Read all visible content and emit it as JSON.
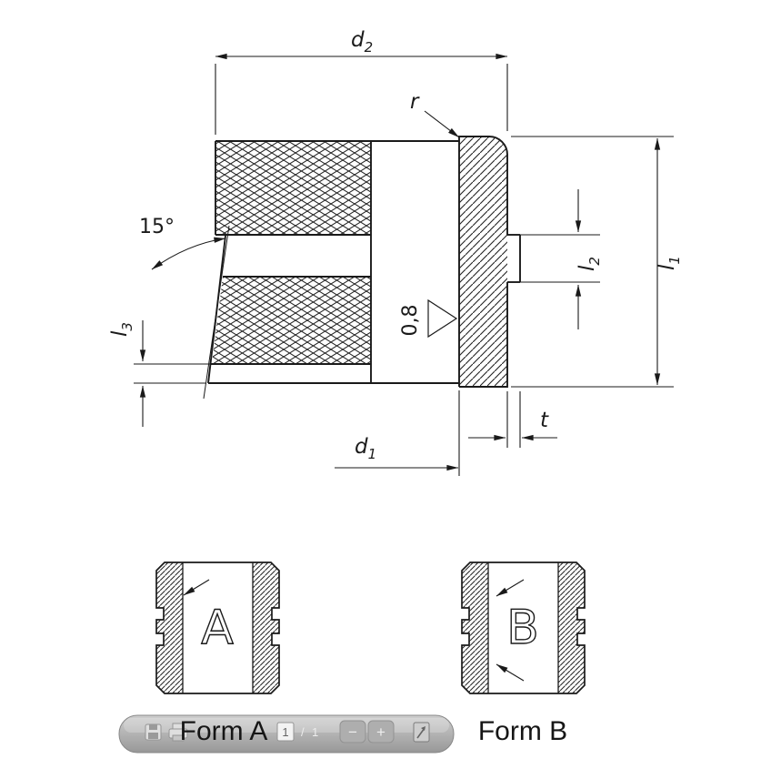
{
  "colors": {
    "line": "#1a1a1a",
    "background": "#ffffff",
    "toolbar_pill": "#9b9b9b"
  },
  "drawing": {
    "dims": {
      "d2": {
        "base": "d",
        "sub": "2"
      },
      "d1": {
        "base": "d",
        "sub": "1"
      },
      "l1": {
        "base": "l",
        "sub": "1"
      },
      "l2": {
        "base": "l",
        "sub": "2"
      },
      "l3": {
        "base": "l",
        "sub": "3"
      },
      "radius": "r",
      "thickness": "t",
      "angle": "15°",
      "roughness": "0,8"
    },
    "forms": {
      "a": {
        "letter": "A",
        "caption": "Form A"
      },
      "b": {
        "letter": "B",
        "caption": "Form B"
      }
    }
  },
  "toolbar": {
    "icons": {
      "save": "floppy-disk",
      "print": "printer",
      "fit": "fit-to-page"
    },
    "page": {
      "current": "1",
      "separator": "/",
      "total": "1"
    },
    "zoom_out_label": "−",
    "zoom_in_label": "+"
  }
}
